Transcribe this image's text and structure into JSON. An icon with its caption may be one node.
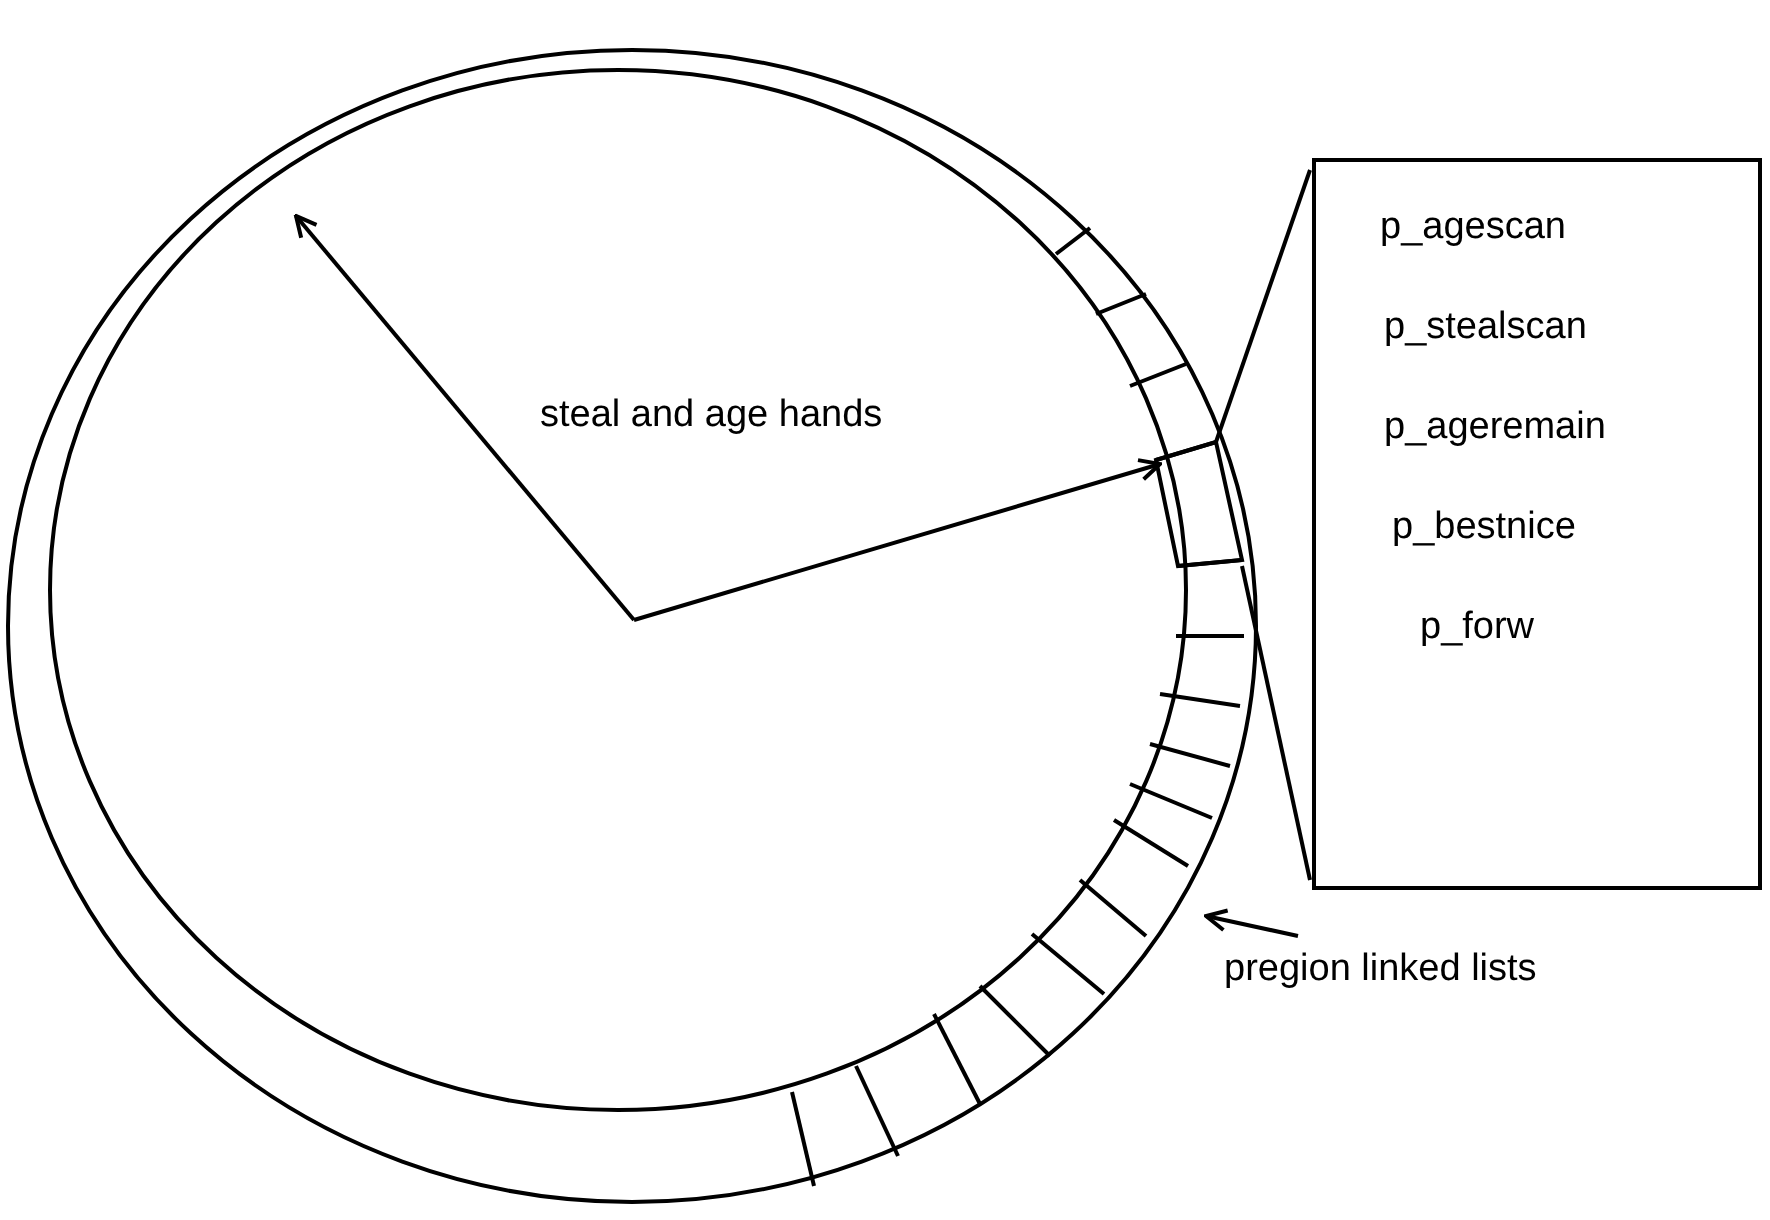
{
  "diagram": {
    "nodes": [
      {
        "text": [],
        "shape": "circle"
      },
      {
        "text": [],
        "shape": "box",
        "in": 0
      },
      {
        "text": [
          "p_agescan",
          "p_stealscan",
          "p_ageremain",
          "p_bestnice",
          "p_forw"
        ]
      },
      {
        "text": [
          "pregion linked lists"
        ]
      }
    ],
    "edges": [
      {
        "from": 1,
        "to": 2,
        "arrow": "none"
      },
      {
        "from": 1,
        "to": 2,
        "arrow": "none"
      },
      {
        "from": 3,
        "to": 0,
        "arrow": "to"
      },
      {
        "from": null,
        "to": 0,
        "arrow": "to"
      },
      {
        "from": null,
        "to": 1,
        "arrow": "to"
      }
    ],
    "labels": [
      "steal and age hands"
    ]
  }
}
